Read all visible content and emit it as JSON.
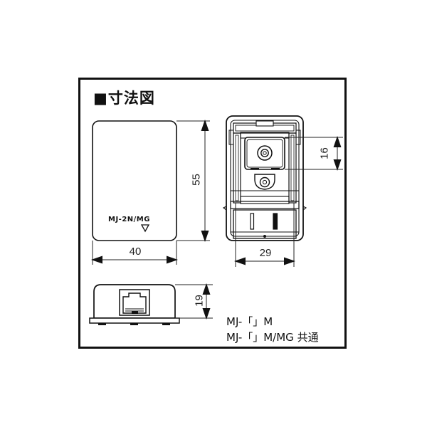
{
  "panel": {
    "title_marker": "■",
    "title": "寸法図"
  },
  "views": {
    "front": {
      "part_label": "MJ-2N/MG",
      "dimensions": {
        "height": "55",
        "width": "40"
      }
    },
    "rear": {
      "dimensions": {
        "inner_height": "16",
        "width": "29"
      }
    },
    "bottom": {
      "dimensions": {
        "height": "19"
      }
    }
  },
  "captions": {
    "line1": "MJ-「」M",
    "line2": "MJ-「」M/MG 共通"
  },
  "colors": {
    "ink": "#111111",
    "background": "#ffffff",
    "dimension_line": "#222222"
  }
}
